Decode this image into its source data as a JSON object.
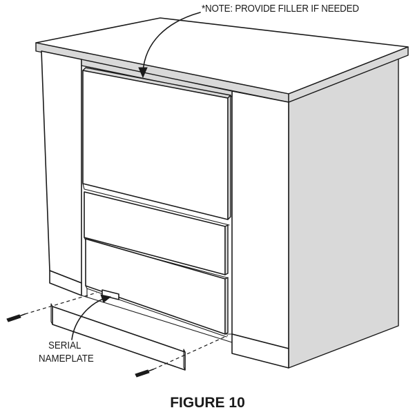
{
  "diagram": {
    "note_text": "*NOTE: PROVIDE FILLER IF NEEDED",
    "serial_label_line1": "SERIAL",
    "serial_label_line2": "NAMEPLATE",
    "figure_caption": "FIGURE 10",
    "line_color": "#1a1a1a",
    "shade_color": "#d9d9d9",
    "background_color": "#ffffff"
  }
}
